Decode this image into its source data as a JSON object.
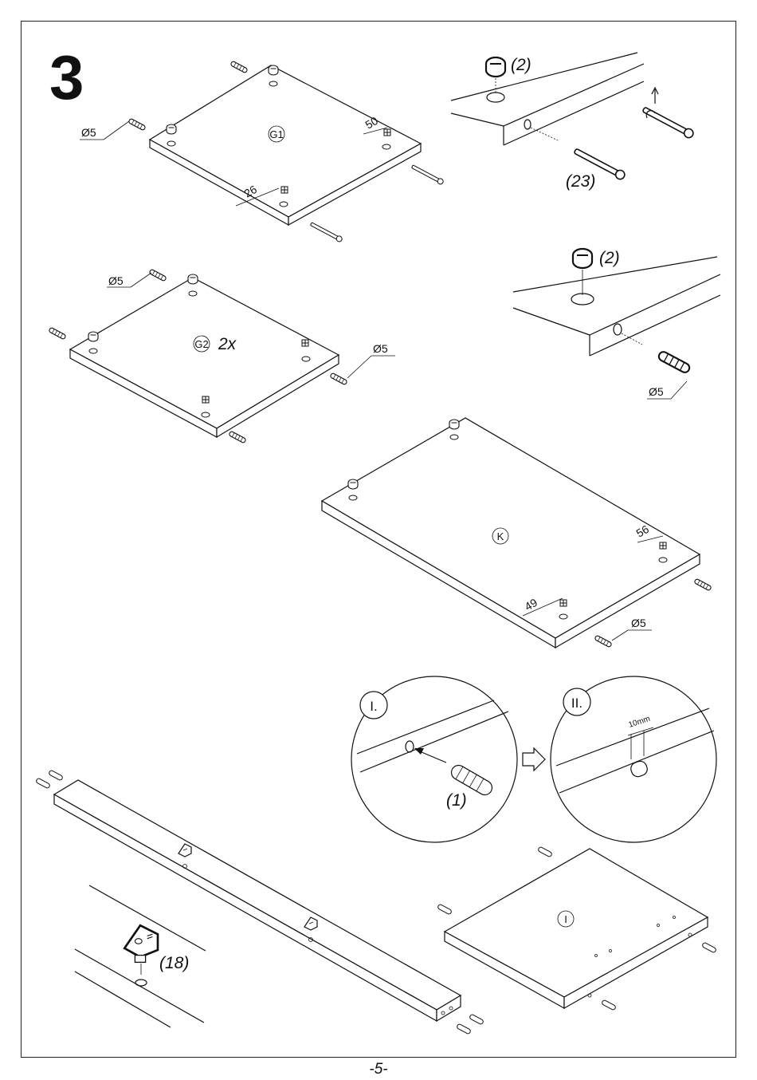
{
  "step": {
    "number": "3"
  },
  "panels": {
    "g1": {
      "label": "G1",
      "dims": [
        "50",
        "26"
      ]
    },
    "g2": {
      "label": "G2",
      "qty": "2x"
    },
    "k": {
      "label": "K",
      "dims": [
        "56",
        "49"
      ]
    },
    "i": {
      "label": "I"
    }
  },
  "callouts": {
    "dowel_diameter": "Ø5",
    "cam_qty": "(2)",
    "bolt_qty": "(23)",
    "dowel_qty": "(1)",
    "bracket_qty": "(18)",
    "offset": "10mm"
  },
  "details": {
    "step_one": "I.",
    "step_two": "II."
  },
  "footer": {
    "page": "-5-"
  },
  "colors": {
    "line": "#111111",
    "background": "#ffffff"
  },
  "icons": [
    "dowel-icon",
    "cam-lock-icon",
    "cam-bolt-icon",
    "bracket-icon",
    "arrow-right-icon"
  ]
}
